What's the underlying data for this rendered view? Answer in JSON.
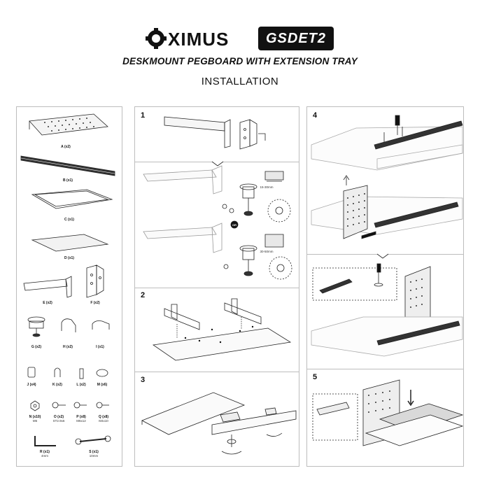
{
  "header": {
    "brand": "OXIMUS",
    "model": "GSDET2",
    "title": "DESKMOUNT PEGBOARD WITH EXTENSION TRAY",
    "subtitle": "INSTALLATION"
  },
  "parts": [
    {
      "label": "A (x2)"
    },
    {
      "label": "B (x1)"
    },
    {
      "label": "C (x1)"
    },
    {
      "label": "D (x1)"
    },
    {
      "label": "E (x2)"
    },
    {
      "label": "F (x2)"
    },
    {
      "label": "G (x2)"
    },
    {
      "label": "H (x2)"
    },
    {
      "label": "I (x1)"
    },
    {
      "label": "J (x4)"
    },
    {
      "label": "K (x2)"
    },
    {
      "label": "L (x2)"
    },
    {
      "label": "M (x6)"
    },
    {
      "label": "N (x10)",
      "sub": "M6"
    },
    {
      "label": "O (x2)",
      "sub": "ST2.9x6"
    },
    {
      "label": "P (x8)",
      "sub": "M6x12"
    },
    {
      "label": "Q (x8)",
      "sub": "M4x10"
    },
    {
      "label": "R (x1)",
      "sub": "4mm"
    },
    {
      "label": "S (x1)",
      "sub": "10mm"
    }
  ],
  "steps": [
    {
      "num": "1",
      "notes": [
        "15-30mm",
        "30-50mm",
        "OR"
      ]
    },
    {
      "num": "2"
    },
    {
      "num": "3"
    },
    {
      "num": "4"
    },
    {
      "num": "5"
    }
  ]
}
